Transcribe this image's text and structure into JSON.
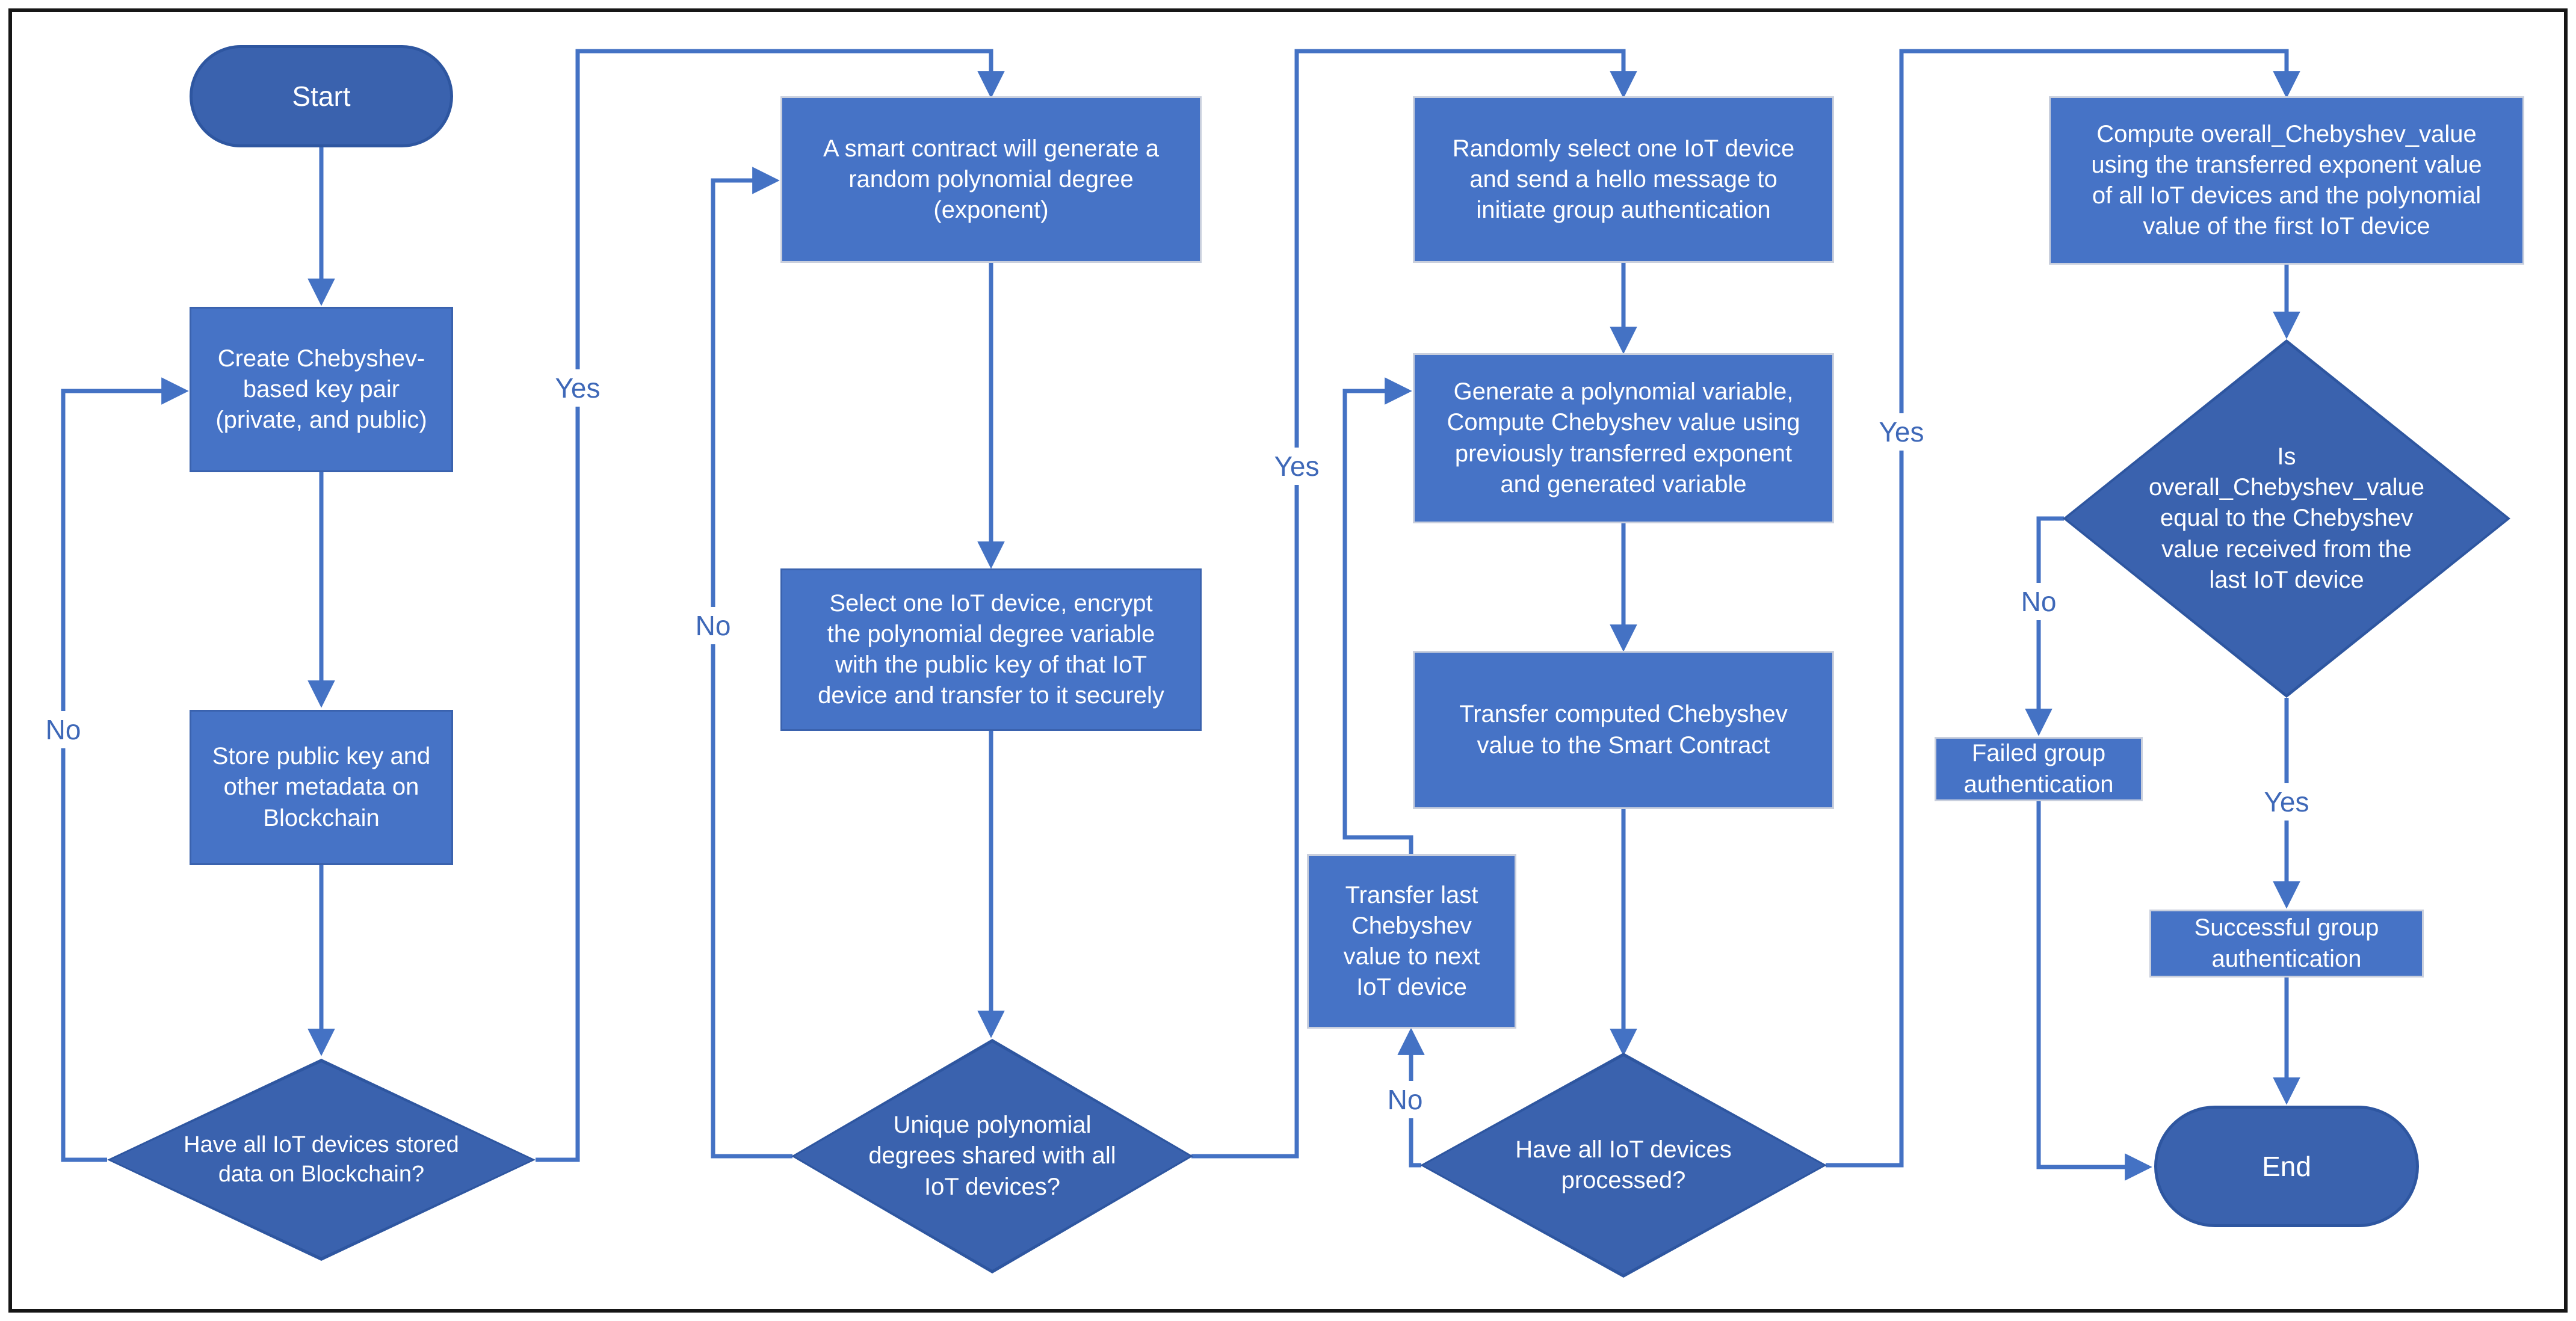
{
  "diagram": {
    "type": "flowchart",
    "colors": {
      "process_fill": "#4673C6",
      "terminator_fill": "#3A62AE",
      "decision_fill": "#3A62AE",
      "shape_border": "#2E56A0",
      "connector": "#4472C4",
      "edge_label_text": "#3E68B8",
      "node_text": "#FFFFFF",
      "frame": "#161616",
      "background": "#FFFFFF"
    },
    "nodes": {
      "start": "Start",
      "create_keypair": "Create Chebyshev-\nbased key pair\n(private, and public)",
      "store_public_key": "Store public key and\nother metadata  on\nBlockchain",
      "all_devices_stored": "Have all IoT devices stored\ndata on Blockchain?",
      "generate_degree": "A smart contract will generate a\nrandom polynomial degree\n(exponent)",
      "select_encrypt_transfer": "Select one IoT device, encrypt\nthe polynomial degree variable\nwith the public key of that IoT\ndevice and transfer to it securely",
      "unique_degrees_shared": "Unique polynomial\ndegrees shared with all\nIoT devices?",
      "randomly_select_hello": "Randomly select one IoT device\nand send a hello message to\ninitiate group authentication",
      "generate_variable_compute": "Generate a polynomial variable,\nCompute Chebyshev value using\npreviously transferred exponent\nand generated variable",
      "transfer_computed": "Transfer computed Chebyshev\nvalue to the Smart Contract",
      "transfer_last": "Transfer last\nChebyshev\nvalue to next\nIoT device",
      "all_devices_processed": "Have all IoT devices\nprocessed?",
      "compute_overall": "Compute overall_Chebyshev_value\nusing the transferred exponent value\nof all IoT devices and the polynomial\nvalue of the first IoT device",
      "overall_equal": "Is\noverall_Chebyshev_value\nequal to the Chebyshev\nvalue received from the\nlast IoT device",
      "failed_auth": "Failed group\nauthentication",
      "successful_auth": "Successful group\nauthentication",
      "end": "End"
    },
    "edge_labels": {
      "d1_no": "No",
      "d1_yes": "Yes",
      "d2_no": "No",
      "d2_yes": "Yes",
      "d3_no": "No",
      "d3_yes": "Yes",
      "d4_no": "No",
      "d4_yes": "Yes"
    }
  }
}
